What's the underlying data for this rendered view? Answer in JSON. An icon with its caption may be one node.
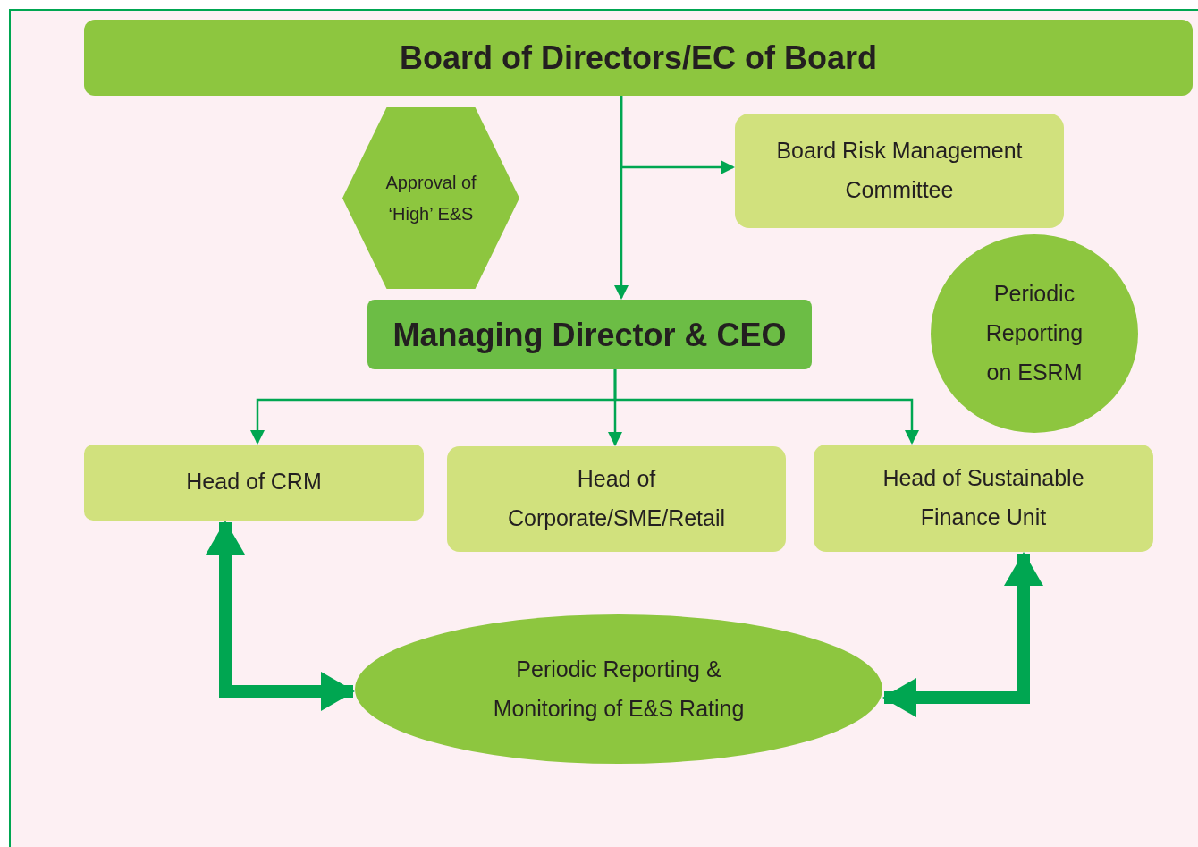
{
  "diagram": {
    "nodes": [
      {
        "text": [
          "Board of Directors/EC of Board"
        ]
      },
      {
        "text": [
          "Approval of ‘High’ E&S"
        ]
      },
      {
        "text": [
          "Board Risk Management Committee"
        ]
      },
      {
        "text": [
          "Periodic Reporting on ESRM"
        ]
      },
      {
        "text": [
          "Managing Director & CEO"
        ]
      },
      {
        "text": [
          "Head of CRM"
        ]
      },
      {
        "text": [
          "Head of Corporate/SME/Retail"
        ]
      },
      {
        "text": [
          "Head of Sustainable Finance Unit"
        ]
      },
      {
        "text": [
          "Periodic Reporting & Monitoring of E&S Rating"
        ]
      }
    ],
    "edges": [
      {
        "from": 0,
        "to": 4,
        "arrow": "to"
      },
      {
        "from": 0,
        "to": 2,
        "arrow": "to"
      },
      {
        "from": 4,
        "to": 5,
        "arrow": "to"
      },
      {
        "from": 4,
        "to": 6,
        "arrow": "to"
      },
      {
        "from": 4,
        "to": 7,
        "arrow": "to"
      },
      {
        "from": 5,
        "to": 8,
        "arrow": "both",
        "style": "thick"
      },
      {
        "from": 7,
        "to": 8,
        "arrow": "both",
        "style": "thick"
      }
    ]
  }
}
